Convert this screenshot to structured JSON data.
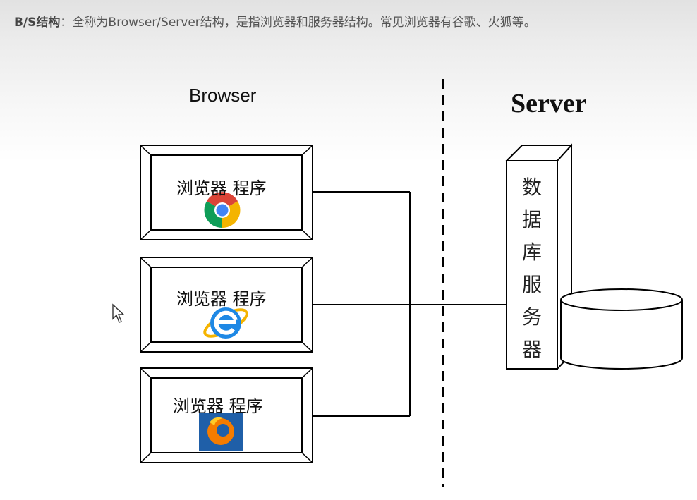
{
  "header": {
    "term": "B/S结构",
    "text": "：全称为Browser/Server结构，是指浏览器和服务器结构。常见浏览器有谷歌、火狐等。"
  },
  "diagram": {
    "browser_title": "Browser",
    "server_title": "Server",
    "clients": [
      {
        "label": "浏览器 程序",
        "icon": "chrome-icon"
      },
      {
        "label": "浏览器 程序",
        "icon": "ie-icon"
      },
      {
        "label": "浏览器 程序",
        "icon": "firefox-icon"
      }
    ],
    "database_server_chars": [
      "数",
      "据",
      "库",
      "服",
      "务",
      "器"
    ]
  },
  "colors": {
    "line": "#000000",
    "chrome_red": "#db4437",
    "chrome_green": "#0f9d58",
    "chrome_yellow": "#f4b400",
    "chrome_blue": "#4285f4",
    "ie_blue": "#1e88e5",
    "ie_ring": "#f5b400",
    "firefox_bg": "#1f5fa8",
    "firefox_orange": "#f57c00"
  }
}
